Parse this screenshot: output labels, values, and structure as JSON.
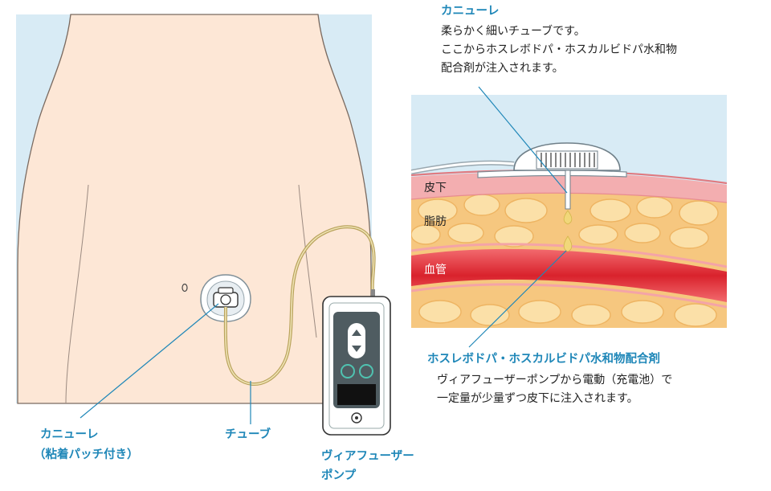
{
  "labels": {
    "cannula_top_title": "カニューレ",
    "cannula_top_desc_1": "柔らかく細いチューブです。",
    "cannula_top_desc_2": "ここからホスレボドパ・ホスカルビドパ水和物",
    "cannula_top_desc_3": "配合剤が注入されます。",
    "layer_skin": "皮下",
    "layer_fat": "脂肪",
    "layer_vessel": "血管",
    "drug_title": "ホスレボドパ・ホスカルビドパ水和物配合剤",
    "drug_desc_1": "ヴィアフューザーポンプから電動（充電池）で",
    "drug_desc_2": "一定量が少量ずつ皮下に注入されます。",
    "cannula_bottom_1": "カニューレ",
    "cannula_bottom_2": "（粘着パッチ付き）",
    "tube": "チューブ",
    "pump_1": "ヴィアフューザー",
    "pump_2": "ポンプ"
  },
  "colors": {
    "label_blue": "#1f87b8",
    "skin_body": "#fde7d6",
    "background_panel": "#d8ebf5",
    "fat": "#f6c77f",
    "dermis": "#f3aeb0",
    "vessel": "#e0333b",
    "drug_drop": "#f1d77a"
  }
}
